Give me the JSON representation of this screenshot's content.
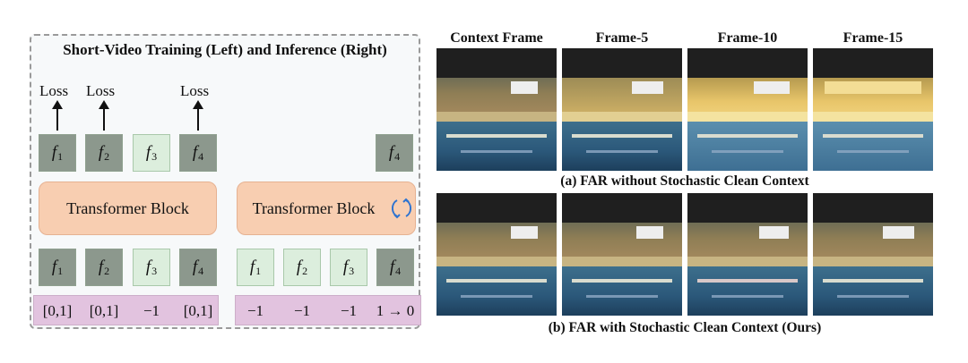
{
  "left": {
    "title": "Short-Video Training (Left) and Inference (Right)",
    "loss_label": "Loss",
    "training": {
      "block_label": "Transformer Block",
      "output_tiles": [
        {
          "var": "f",
          "sub": "1",
          "style": "dark",
          "loss": true
        },
        {
          "var": "f",
          "sub": "2",
          "style": "dark",
          "loss": true
        },
        {
          "var": "f",
          "sub": "3",
          "style": "light",
          "loss": false
        },
        {
          "var": "f",
          "sub": "4",
          "style": "dark",
          "loss": true
        }
      ],
      "input_tiles": [
        {
          "var": "f",
          "sub": "1",
          "style": "dark"
        },
        {
          "var": "f",
          "sub": "2",
          "style": "dark"
        },
        {
          "var": "f",
          "sub": "3",
          "style": "light"
        },
        {
          "var": "f",
          "sub": "4",
          "style": "dark"
        }
      ],
      "timesteps": [
        "[0,1]",
        "[0,1]",
        "−1",
        "[0,1]"
      ]
    },
    "inference": {
      "block_label": "Transformer Block",
      "output_tiles": [
        {
          "var": "f",
          "sub": "4",
          "style": "dark"
        }
      ],
      "input_tiles": [
        {
          "var": "f",
          "sub": "1",
          "style": "light"
        },
        {
          "var": "f",
          "sub": "2",
          "style": "light"
        },
        {
          "var": "f",
          "sub": "3",
          "style": "light"
        },
        {
          "var": "f",
          "sub": "4",
          "style": "dark"
        }
      ],
      "timesteps": [
        "−1",
        "−1",
        "−1",
        "1 → 0"
      ]
    },
    "colors": {
      "block": "#f8ceb1",
      "strip": "#e2c3df",
      "dark_tile": "#8c988d",
      "light_tile": "#dceedd",
      "cycle_icon": "#2f74d0"
    }
  },
  "right": {
    "column_headers": [
      "Context Frame",
      "Frame-5",
      "Frame-10",
      "Frame-15"
    ],
    "caption_a": "(a) FAR without Stochastic Clean Context",
    "caption_b": "(b) FAR with Stochastic Clean Context (Ours)",
    "context_border_color": "#cf2b2b"
  }
}
